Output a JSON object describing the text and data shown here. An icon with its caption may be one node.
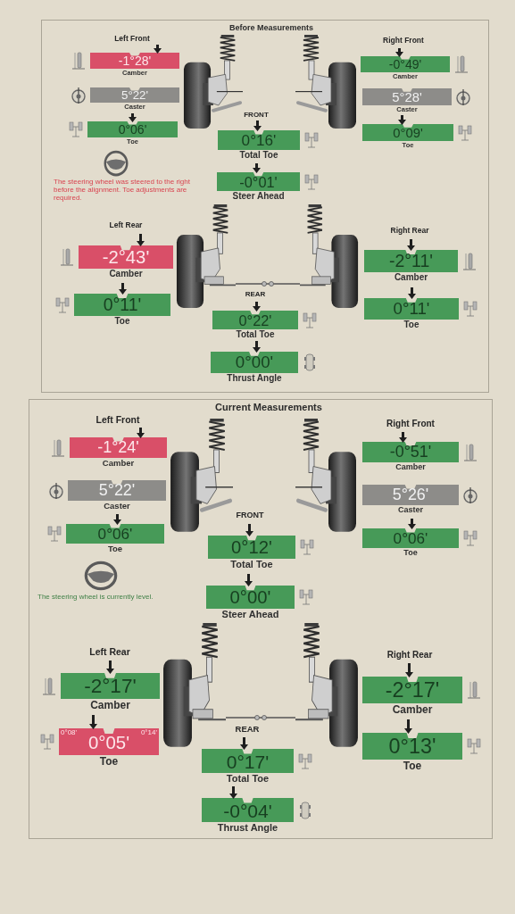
{
  "diagram": {
    "nodes": [
      {
        "text": [
          "Before Measurements"
        ]
      },
      {
        "text": [
          "-1°28'",
          "Camber"
        ],
        "in": 0
      },
      {
        "text": [
          "5°22'",
          "Caster"
        ],
        "in": 0
      },
      {
        "text": [
          "0°06'",
          "Toe"
        ],
        "in": 0
      },
      {
        "text": [
          "0°16'",
          "Total Toe"
        ],
        "in": 0
      },
      {
        "text": [
          "-0°01'",
          "Steer Ahead"
        ],
        "in": 0
      },
      {
        "text": [
          "-0°49'",
          "Camber"
        ],
        "in": 0
      },
      {
        "text": [
          "5°28'",
          "Caster"
        ],
        "in": 0
      },
      {
        "text": [
          "0°09'",
          "Toe"
        ],
        "in": 0
      },
      {
        "text": [
          "-2°43'",
          "Camber"
        ],
        "in": 0
      },
      {
        "text": [
          "0°11'",
          "Toe"
        ],
        "in": 0
      },
      {
        "text": [
          "0°22'",
          "Total Toe"
        ],
        "in": 0
      },
      {
        "text": [
          "0°00'",
          "Thrust Angle"
        ],
        "in": 0
      },
      {
        "text": [
          "-2°11'",
          "Camber"
        ],
        "in": 0
      },
      {
        "text": [
          "0°11'",
          "Toe"
        ],
        "in": 0
      },
      {
        "text": [
          "Current Measurements"
        ]
      },
      {
        "text": [
          "-1°24'",
          "Camber"
        ],
        "in": 15
      },
      {
        "text": [
          "5°22'",
          "Caster"
        ],
        "in": 15
      },
      {
        "text": [
          "0°06'",
          "Toe"
        ],
        "in": 15
      },
      {
        "text": [
          "0°12'",
          "Total Toe"
        ],
        "in": 15
      },
      {
        "text": [
          "0°00'",
          "Steer Ahead"
        ],
        "in": 15
      },
      {
        "text": [
          "-0°51'",
          "Camber"
        ],
        "in": 15
      },
      {
        "text": [
          "5°26'",
          "Caster"
        ],
        "in": 15
      },
      {
        "text": [
          "0°06'",
          "Toe"
        ],
        "in": 15
      },
      {
        "text": [
          "-2°17'",
          "Camber"
        ],
        "in": 15
      },
      {
        "text": [
          "0°08'",
          "0°14'",
          "0°05'",
          "Toe"
        ],
        "in": 15
      },
      {
        "text": [
          "0°17'",
          "Total Toe"
        ],
        "in": 15
      },
      {
        "text": [
          "-0°04'",
          "Thrust Angle"
        ],
        "in": 15
      },
      {
        "text": [
          "-2°17'",
          "Camber"
        ],
        "in": 15
      },
      {
        "text": [
          "0°13'",
          "Toe"
        ],
        "in": 15
      }
    ],
    "labels": [
      "Left Front",
      "Right Front",
      "FRONT",
      "The steering wheel was steered to the right before the alignment. Toe adjustments are required.",
      "Left Rear",
      "Right Rear",
      "REAR",
      "Left Front",
      "Right Front",
      "FRONT",
      "The steering wheel is currently level.",
      "Left Rear",
      "Right Rear",
      "REAR"
    ]
  }
}
